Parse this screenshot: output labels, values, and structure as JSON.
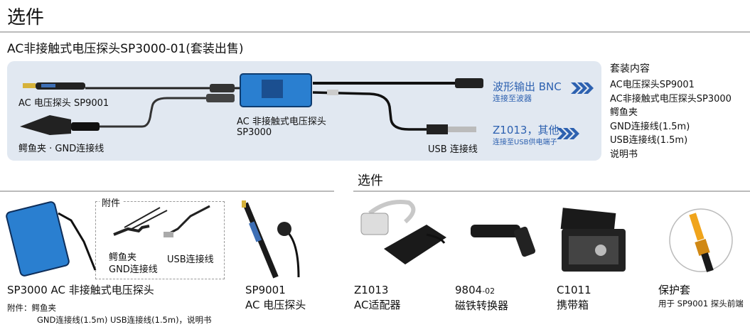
{
  "page_title": "选件",
  "set_title": "AC非接触式电压探头SP3000-01(套装出售)",
  "diagram": {
    "probe_sp9001": "AC 电压探头 SP9001",
    "clip_gnd": "鳄鱼夹 · GND连接线",
    "unit_line1": "AC 非接触式电压探头",
    "unit_line2": "SP3000",
    "usb_cable": "USB 连接线",
    "bnc_title": "波形输出 BNC",
    "bnc_sub": "连接至波器",
    "z1013_title": "Z1013，其他",
    "z1013_sub": "连接至USB供电端子"
  },
  "kit": {
    "title": "套装内容",
    "items": [
      "AC电压探头SP9001",
      "AC非接触式电压探头SP3000",
      "鳄鱼夹",
      "GND连接线(1.5m)",
      "USB连接线(1.5m)",
      "说明书"
    ]
  },
  "accessory_box": {
    "title": "附件",
    "clip_line1": "鳄鱼夹",
    "clip_line2": "GND连接线",
    "usb": "USB连接线"
  },
  "options_title": "选件",
  "products": {
    "sp3000_name": "SP3000 AC 非接触式电压探头",
    "sp3000_note1": "附件：鳄鱼夹",
    "sp3000_note2": "GND连接线(1.5m)  USB连接线(1.5m)，说明书",
    "sp9001_code": "SP9001",
    "sp9001_name": "AC 电压探头",
    "z1013_code": "Z1013",
    "z1013_name": "AC适配器",
    "m9804_code": "9804",
    "m9804_suffix": "-02",
    "m9804_name": "磁铁转换器",
    "c1011_code": "C1011",
    "c1011_name": "携带箱",
    "guard_name": "保护套",
    "guard_note": "用于 SP9001 探头前端"
  },
  "colors": {
    "accent": "#2d61b0",
    "panel": "#e1e8f1",
    "unit": "#2a7fd0"
  }
}
